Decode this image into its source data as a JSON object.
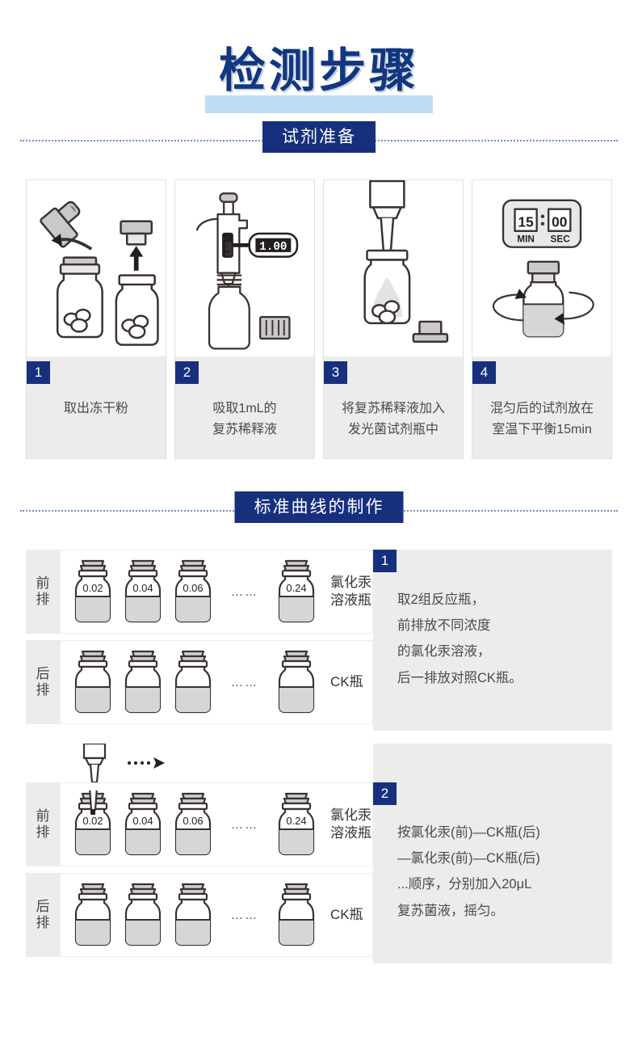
{
  "page": {
    "title": "检测步骤"
  },
  "sections": [
    {
      "id": "reagent-prep",
      "label": "试剂准备"
    },
    {
      "id": "standard-curve",
      "label": "标准曲线的制作"
    }
  ],
  "steps": [
    {
      "number": "1",
      "caption_lines": [
        "取出冻干粉"
      ],
      "icon": "vial-cap-removal-icon"
    },
    {
      "number": "2",
      "caption_lines": [
        "吸取1mL的",
        "复苏稀释液"
      ],
      "icon": "micropipette-icon",
      "display_value": "1.00"
    },
    {
      "number": "3",
      "caption_lines": [
        "将复苏稀释液加入",
        "发光菌试剂瓶中"
      ],
      "icon": "pipette-dispense-icon"
    },
    {
      "number": "4",
      "caption_lines": [
        "混匀后的试剂放在",
        "室温下平衡15min"
      ],
      "icon": "timer-vial-mix-icon",
      "timer": {
        "minutes": "15",
        "separator": ":",
        "seconds": "00",
        "min_label": "MIN",
        "sec_label": "SEC"
      }
    }
  ],
  "curve_blocks": [
    {
      "number": "1",
      "rows": [
        {
          "label": [
            "前",
            "排"
          ],
          "vial_values": [
            "0.02",
            "0.04",
            "0.06"
          ],
          "ellipsis": "……",
          "last_vial_value": "0.24",
          "name_lines": [
            "氯化汞",
            "溶液瓶"
          ]
        },
        {
          "label": [
            "后",
            "排"
          ],
          "vial_values": [
            "",
            "",
            ""
          ],
          "ellipsis": "……",
          "last_vial_value": "",
          "name_lines": [
            "CK瓶"
          ]
        }
      ],
      "text_lines": [
        "取2组反应瓶，",
        "前排放不同浓度",
        "的氯化汞溶液，",
        "后一排放对照CK瓶。"
      ]
    },
    {
      "number": "2",
      "pipette_arrow": "·····>",
      "rows": [
        {
          "label": [
            "前",
            "排"
          ],
          "vial_values": [
            "0.02",
            "0.04",
            "0.06"
          ],
          "ellipsis": "……",
          "last_vial_value": "0.24",
          "name_lines": [
            "氯化汞",
            "溶液瓶"
          ]
        },
        {
          "label": [
            "后",
            "排"
          ],
          "vial_values": [
            "",
            "",
            ""
          ],
          "ellipsis": "……",
          "last_vial_value": "",
          "name_lines": [
            "CK瓶"
          ]
        }
      ],
      "text_lines": [
        "按氯化汞(前)—CK瓶(后)",
        "—氯化汞(前)—CK瓶(后)",
        "...顺序，分别加入20μL",
        "复苏菌液，摇匀。"
      ]
    }
  ],
  "colors": {
    "brand_navy": "#17307e",
    "title_navy": "#12367f",
    "title_band": "#bfdcf2",
    "panel_gray": "#ececec",
    "line_dark": "#3b3230",
    "liquid_gray": "#d6d6d6"
  }
}
